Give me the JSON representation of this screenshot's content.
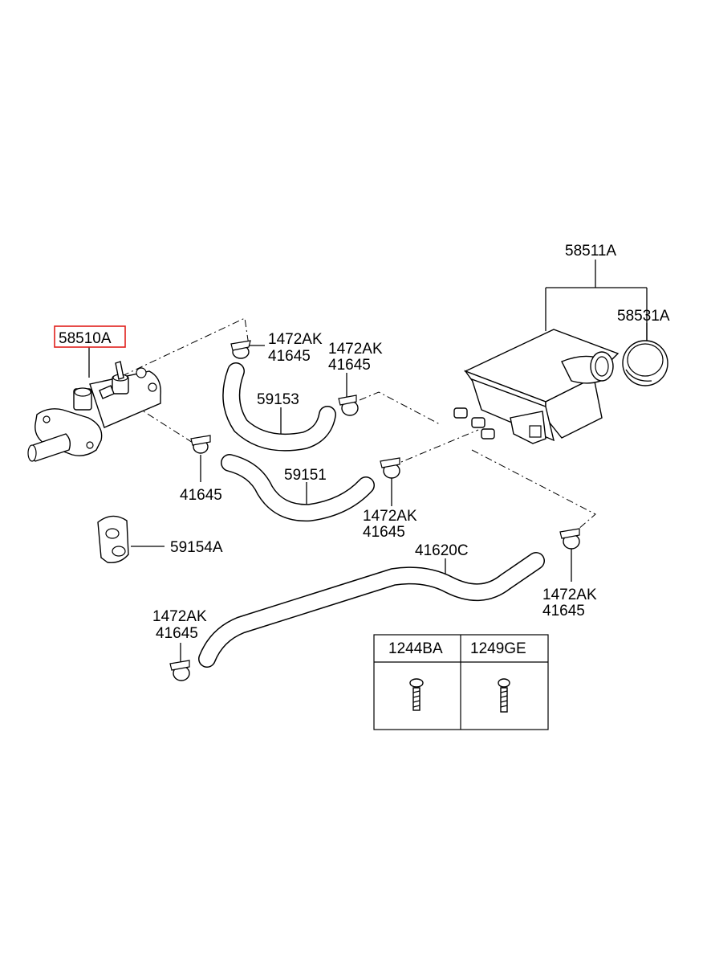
{
  "labels": {
    "master_cylinder": "58510A",
    "reservoir": "58511A",
    "reservoir_cap": "58531A",
    "clamp_top_a": "1472AK",
    "clamp_top_b": "41645",
    "clamp_mid_a": "1472AK",
    "clamp_mid_b": "41645",
    "hose_upper": "59153",
    "hose_lower": "59151",
    "clamp_left_b": "41645",
    "clamp_center_a": "1472AK",
    "clamp_center_b": "41645",
    "bracket": "59154A",
    "long_tube": "41620C",
    "clamp_right_a": "1472AK",
    "clamp_right_b": "41645",
    "clamp_bottom_a": "1472AK",
    "clamp_bottom_b": "41645"
  },
  "fastener_table": {
    "headers": [
      "1244BA",
      "1249GE"
    ]
  },
  "colors": {
    "highlight_box": "#e0201c",
    "line": "#000000",
    "background": "#ffffff"
  }
}
